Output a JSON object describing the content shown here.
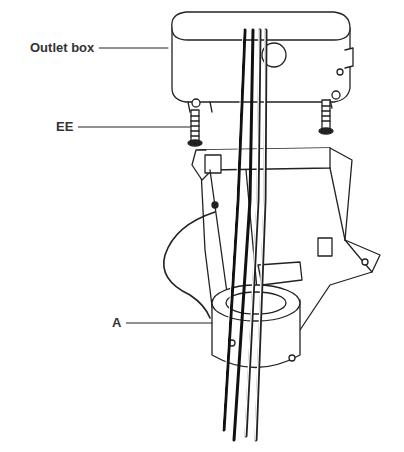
{
  "diagram": {
    "labels": [
      "Outlet box",
      "EE",
      "A"
    ]
  }
}
